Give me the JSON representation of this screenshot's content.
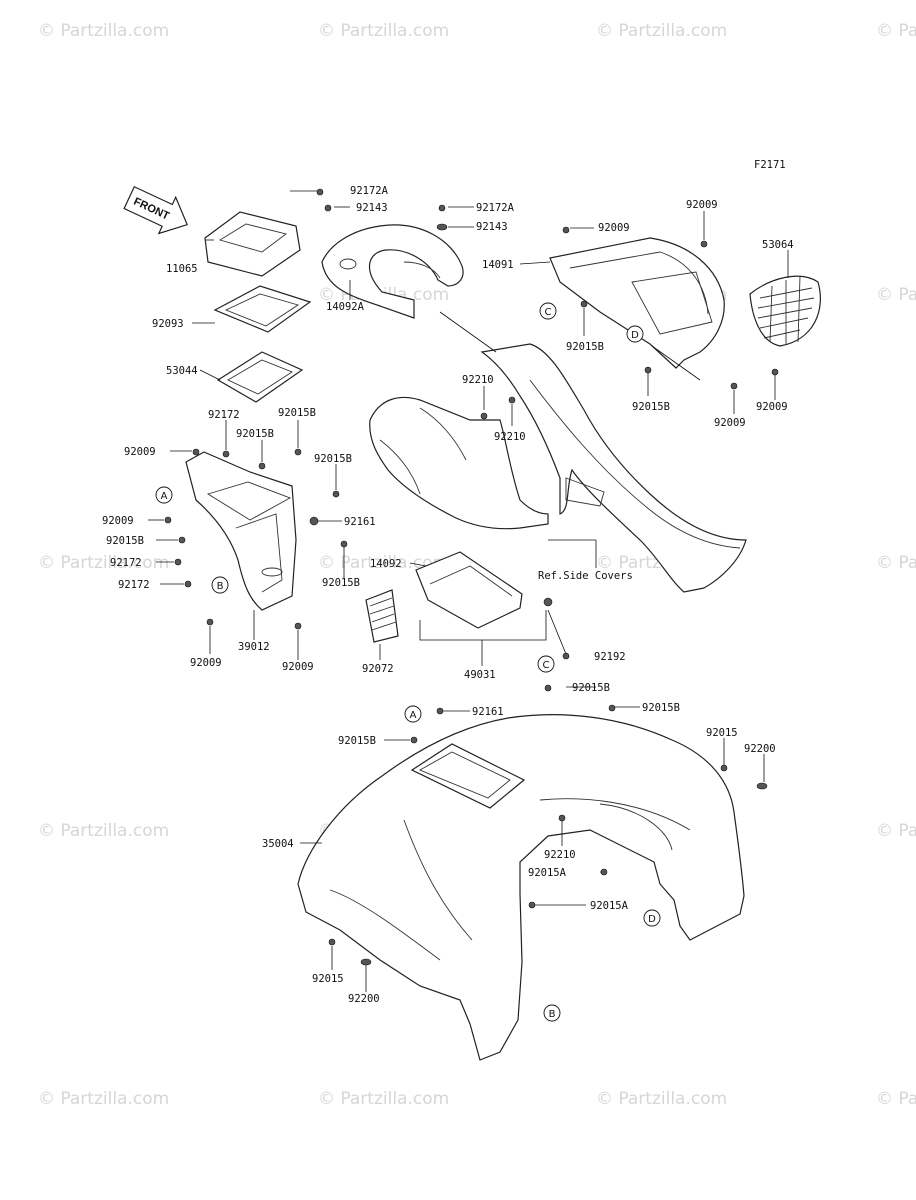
{
  "figure_code": "F2171",
  "front_label": "FRONT",
  "watermark": "© Partzilla.com",
  "ref_side_covers": "Ref.Side Covers",
  "parts": [
    {
      "id": "p_92172A_a",
      "text": "92172A"
    },
    {
      "id": "p_92143_a",
      "text": "92143"
    },
    {
      "id": "p_92172A_b",
      "text": "92172A"
    },
    {
      "id": "p_92143_b",
      "text": "92143"
    },
    {
      "id": "p_92009_a",
      "text": "92009"
    },
    {
      "id": "p_92009_b",
      "text": "92009"
    },
    {
      "id": "p_53064",
      "text": "53064"
    },
    {
      "id": "p_14091",
      "text": "14091"
    },
    {
      "id": "p_11065",
      "text": "11065"
    },
    {
      "id": "p_14092A",
      "text": "14092A"
    },
    {
      "id": "p_92015B_a",
      "text": "92015B"
    },
    {
      "id": "p_92093",
      "text": "92093"
    },
    {
      "id": "p_53044",
      "text": "53044"
    },
    {
      "id": "p_92210_a",
      "text": "92210"
    },
    {
      "id": "p_92015B_b",
      "text": "92015B"
    },
    {
      "id": "p_92009_c",
      "text": "92009"
    },
    {
      "id": "p_92009_d",
      "text": "92009"
    },
    {
      "id": "p_92172_a",
      "text": "92172"
    },
    {
      "id": "p_92015B_c",
      "text": "92015B"
    },
    {
      "id": "p_92210_b",
      "text": "92210"
    },
    {
      "id": "p_92015B_d",
      "text": "92015B"
    },
    {
      "id": "p_92009_e",
      "text": "92009"
    },
    {
      "id": "p_92015B_e",
      "text": "92015B"
    },
    {
      "id": "p_92009_f",
      "text": "92009"
    },
    {
      "id": "p_92161_a",
      "text": "92161"
    },
    {
      "id": "p_92015B_f",
      "text": "92015B"
    },
    {
      "id": "p_92172_b",
      "text": "92172"
    },
    {
      "id": "p_14092",
      "text": "14092"
    },
    {
      "id": "p_92172_c",
      "text": "92172"
    },
    {
      "id": "p_92015B_g",
      "text": "92015B"
    },
    {
      "id": "p_39012",
      "text": "39012"
    },
    {
      "id": "p_92009_g",
      "text": "92009"
    },
    {
      "id": "p_92009_h",
      "text": "92009"
    },
    {
      "id": "p_92072",
      "text": "92072"
    },
    {
      "id": "p_49031",
      "text": "49031"
    },
    {
      "id": "p_92192",
      "text": "92192"
    },
    {
      "id": "p_92015B_h",
      "text": "92015B"
    },
    {
      "id": "p_92161_b",
      "text": "92161"
    },
    {
      "id": "p_92015B_i",
      "text": "92015B"
    },
    {
      "id": "p_92015B_j",
      "text": "92015B"
    },
    {
      "id": "p_92015_a",
      "text": "92015"
    },
    {
      "id": "p_92200_a",
      "text": "92200"
    },
    {
      "id": "p_35004",
      "text": "35004"
    },
    {
      "id": "p_92210_c",
      "text": "92210"
    },
    {
      "id": "p_92015A_a",
      "text": "92015A"
    },
    {
      "id": "p_92015A_b",
      "text": "92015A"
    },
    {
      "id": "p_92015_b",
      "text": "92015"
    },
    {
      "id": "p_92200_b",
      "text": "92200"
    }
  ],
  "refs": [
    {
      "id": "r_C1",
      "text": "C"
    },
    {
      "id": "r_D1",
      "text": "D"
    },
    {
      "id": "r_A1",
      "text": "A"
    },
    {
      "id": "r_B1",
      "text": "B"
    },
    {
      "id": "r_C2",
      "text": "C"
    },
    {
      "id": "r_A2",
      "text": "A"
    },
    {
      "id": "r_D2",
      "text": "D"
    },
    {
      "id": "r_B2",
      "text": "B"
    }
  ]
}
